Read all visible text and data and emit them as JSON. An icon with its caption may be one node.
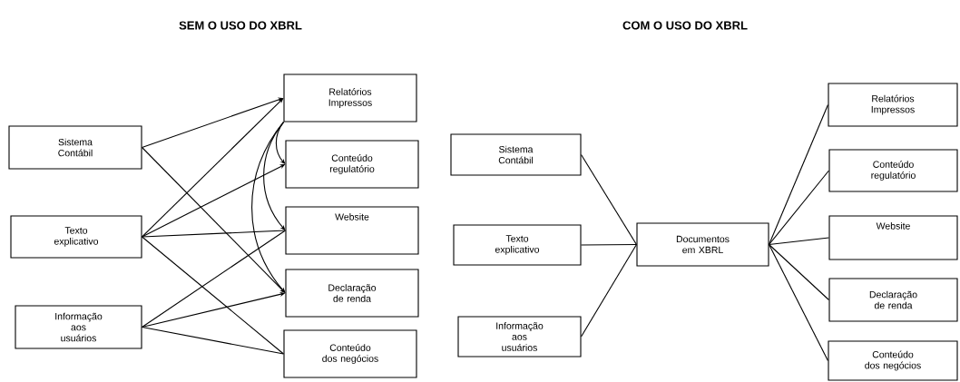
{
  "diagram": {
    "nodes": [
      {
        "text": [
          "Sistema Contábil"
        ]
      },
      {
        "text": [
          "Texto explicativo"
        ]
      },
      {
        "text": [
          "Informação aos usuários"
        ]
      },
      {
        "text": [
          "Relatórios Impressos"
        ]
      },
      {
        "text": [
          "Conteúdo regulatório"
        ]
      },
      {
        "text": [
          "Website"
        ]
      },
      {
        "text": [
          "Declaração de renda"
        ]
      },
      {
        "text": [
          "Conteúdo dos negócios"
        ]
      },
      {
        "text": [
          "Sistema Contábil"
        ]
      },
      {
        "text": [
          "Texto explicativo"
        ]
      },
      {
        "text": [
          "Informação aos usuários"
        ]
      },
      {
        "text": [
          "Documentos em XBRL"
        ]
      },
      {
        "text": [
          "Relatórios Impressos"
        ]
      },
      {
        "text": [
          "Conteúdo regulatório"
        ]
      },
      {
        "text": [
          "Website"
        ]
      },
      {
        "text": [
          "Declaração de renda"
        ]
      },
      {
        "text": [
          "Conteúdo dos negócios"
        ]
      }
    ],
    "edges": [
      {
        "from": 0,
        "to": 3,
        "arrow": "to"
      },
      {
        "from": 0,
        "to": 6,
        "arrow": "to"
      },
      {
        "from": 1,
        "to": 3,
        "arrow": "to"
      },
      {
        "from": 1,
        "to": 4,
        "arrow": "to"
      },
      {
        "from": 1,
        "to": 5,
        "arrow": "none"
      },
      {
        "from": 1,
        "to": 7,
        "arrow": "none"
      },
      {
        "from": 2,
        "to": 5,
        "arrow": "none"
      },
      {
        "from": 2,
        "to": 6,
        "arrow": "to"
      },
      {
        "from": 2,
        "to": 7,
        "arrow": "none"
      },
      {
        "from": 3,
        "to": 4,
        "arrow": "to"
      },
      {
        "from": 3,
        "to": 5,
        "arrow": "to"
      },
      {
        "from": 3,
        "to": 6,
        "arrow": "to"
      },
      {
        "from": 8,
        "to": 11,
        "arrow": "none"
      },
      {
        "from": 9,
        "to": 11,
        "arrow": "none"
      },
      {
        "from": 10,
        "to": 11,
        "arrow": "none"
      },
      {
        "from": 11,
        "to": 12,
        "arrow": "none"
      },
      {
        "from": 11,
        "to": 13,
        "arrow": "none"
      },
      {
        "from": 11,
        "to": 14,
        "arrow": "none"
      },
      {
        "from": 11,
        "to": 15,
        "arrow": "none"
      },
      {
        "from": 11,
        "to": 16,
        "arrow": "none"
      }
    ],
    "labels": [
      "SEM O USO DO XBRL",
      "COM O USO DO XBRL"
    ]
  }
}
